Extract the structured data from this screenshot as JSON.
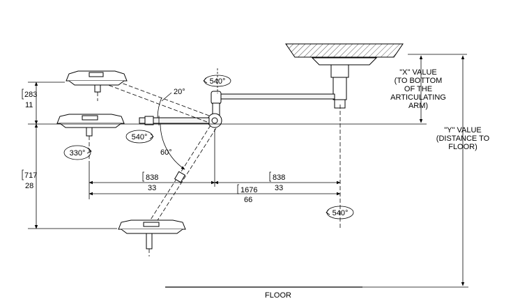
{
  "dimensions": {
    "up_angle": "20°",
    "down_angle": "60°",
    "upper_offset_mm": "283",
    "upper_offset_in": "11",
    "lower_offset_mm": "717",
    "lower_offset_in": "28",
    "segment1_mm": "838",
    "segment1_in": "33",
    "segment2_mm": "838",
    "segment2_in": "33",
    "total_mm": "1676",
    "total_in": "66"
  },
  "rotations": {
    "top_arm": "540°",
    "light_head": "540°",
    "yoke": "330°",
    "central_axis": "540°"
  },
  "notes": {
    "x_value_lines": [
      "\"X\" VALUE",
      "(TO BOTTOM",
      "OF THE",
      "ARTICULATING",
      "ARM)"
    ],
    "y_value_lines": [
      "\"Y\" VALUE",
      "(DISTANCE TO",
      "FLOOR)"
    ],
    "floor": "FLOOR"
  }
}
